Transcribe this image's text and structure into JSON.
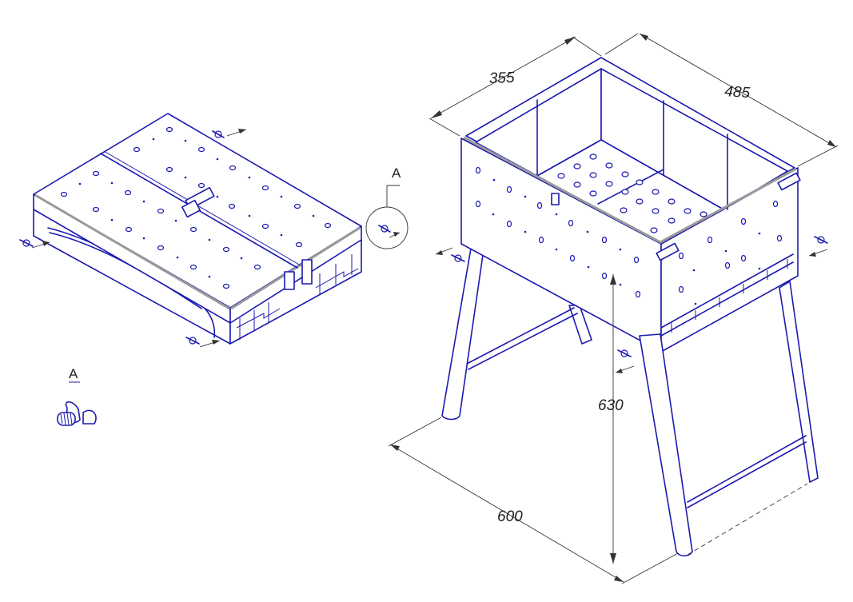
{
  "labels": {
    "detail_callout": "A",
    "detail_view": "A"
  },
  "dimensions": {
    "width": "355",
    "length": "485",
    "height": "630",
    "footprint": "600"
  },
  "colors": {
    "line": "#1a1ab0",
    "dimension": "#333333",
    "edge_highlight": "#9a9a9a"
  },
  "icons": [
    "wing-nut-icon"
  ]
}
